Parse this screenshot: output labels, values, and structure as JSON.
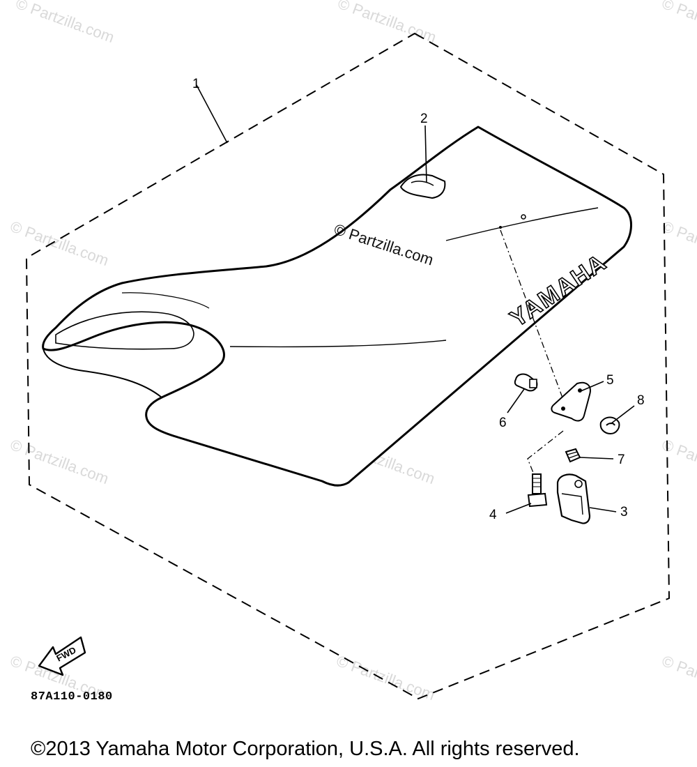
{
  "watermark": "© Partzilla.com",
  "callouts": [
    "1",
    "2",
    "3",
    "4",
    "5",
    "6",
    "7",
    "8"
  ],
  "seat_logo": "YAMAHA",
  "fwd_label": "FWD",
  "diagram_code": "87A110-0180",
  "copyright": "©2013 Yamaha Motor Corporation, U.S.A. All rights reserved."
}
